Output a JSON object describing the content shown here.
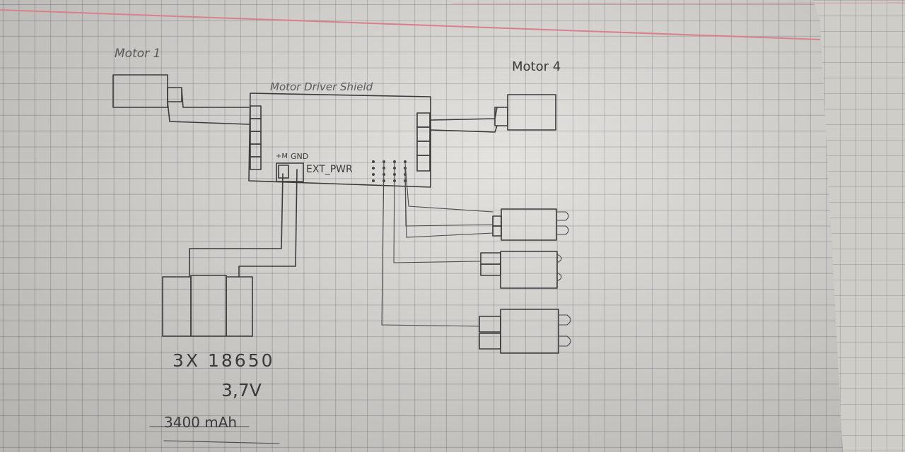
{
  "labels": {
    "motor_1": "Motor 1",
    "motor_4": "Motor 4",
    "shield": "Motor Driver Shield",
    "plus_m": "+M",
    "gnd": "GND",
    "ext_pwr": "EXT_PWR",
    "battery_count": "3X 18650",
    "voltage": "3,7V",
    "capacity": "3400 mAh"
  },
  "colors": {
    "margin_line": "#d9808a",
    "pencil": "#3b3b3b"
  }
}
